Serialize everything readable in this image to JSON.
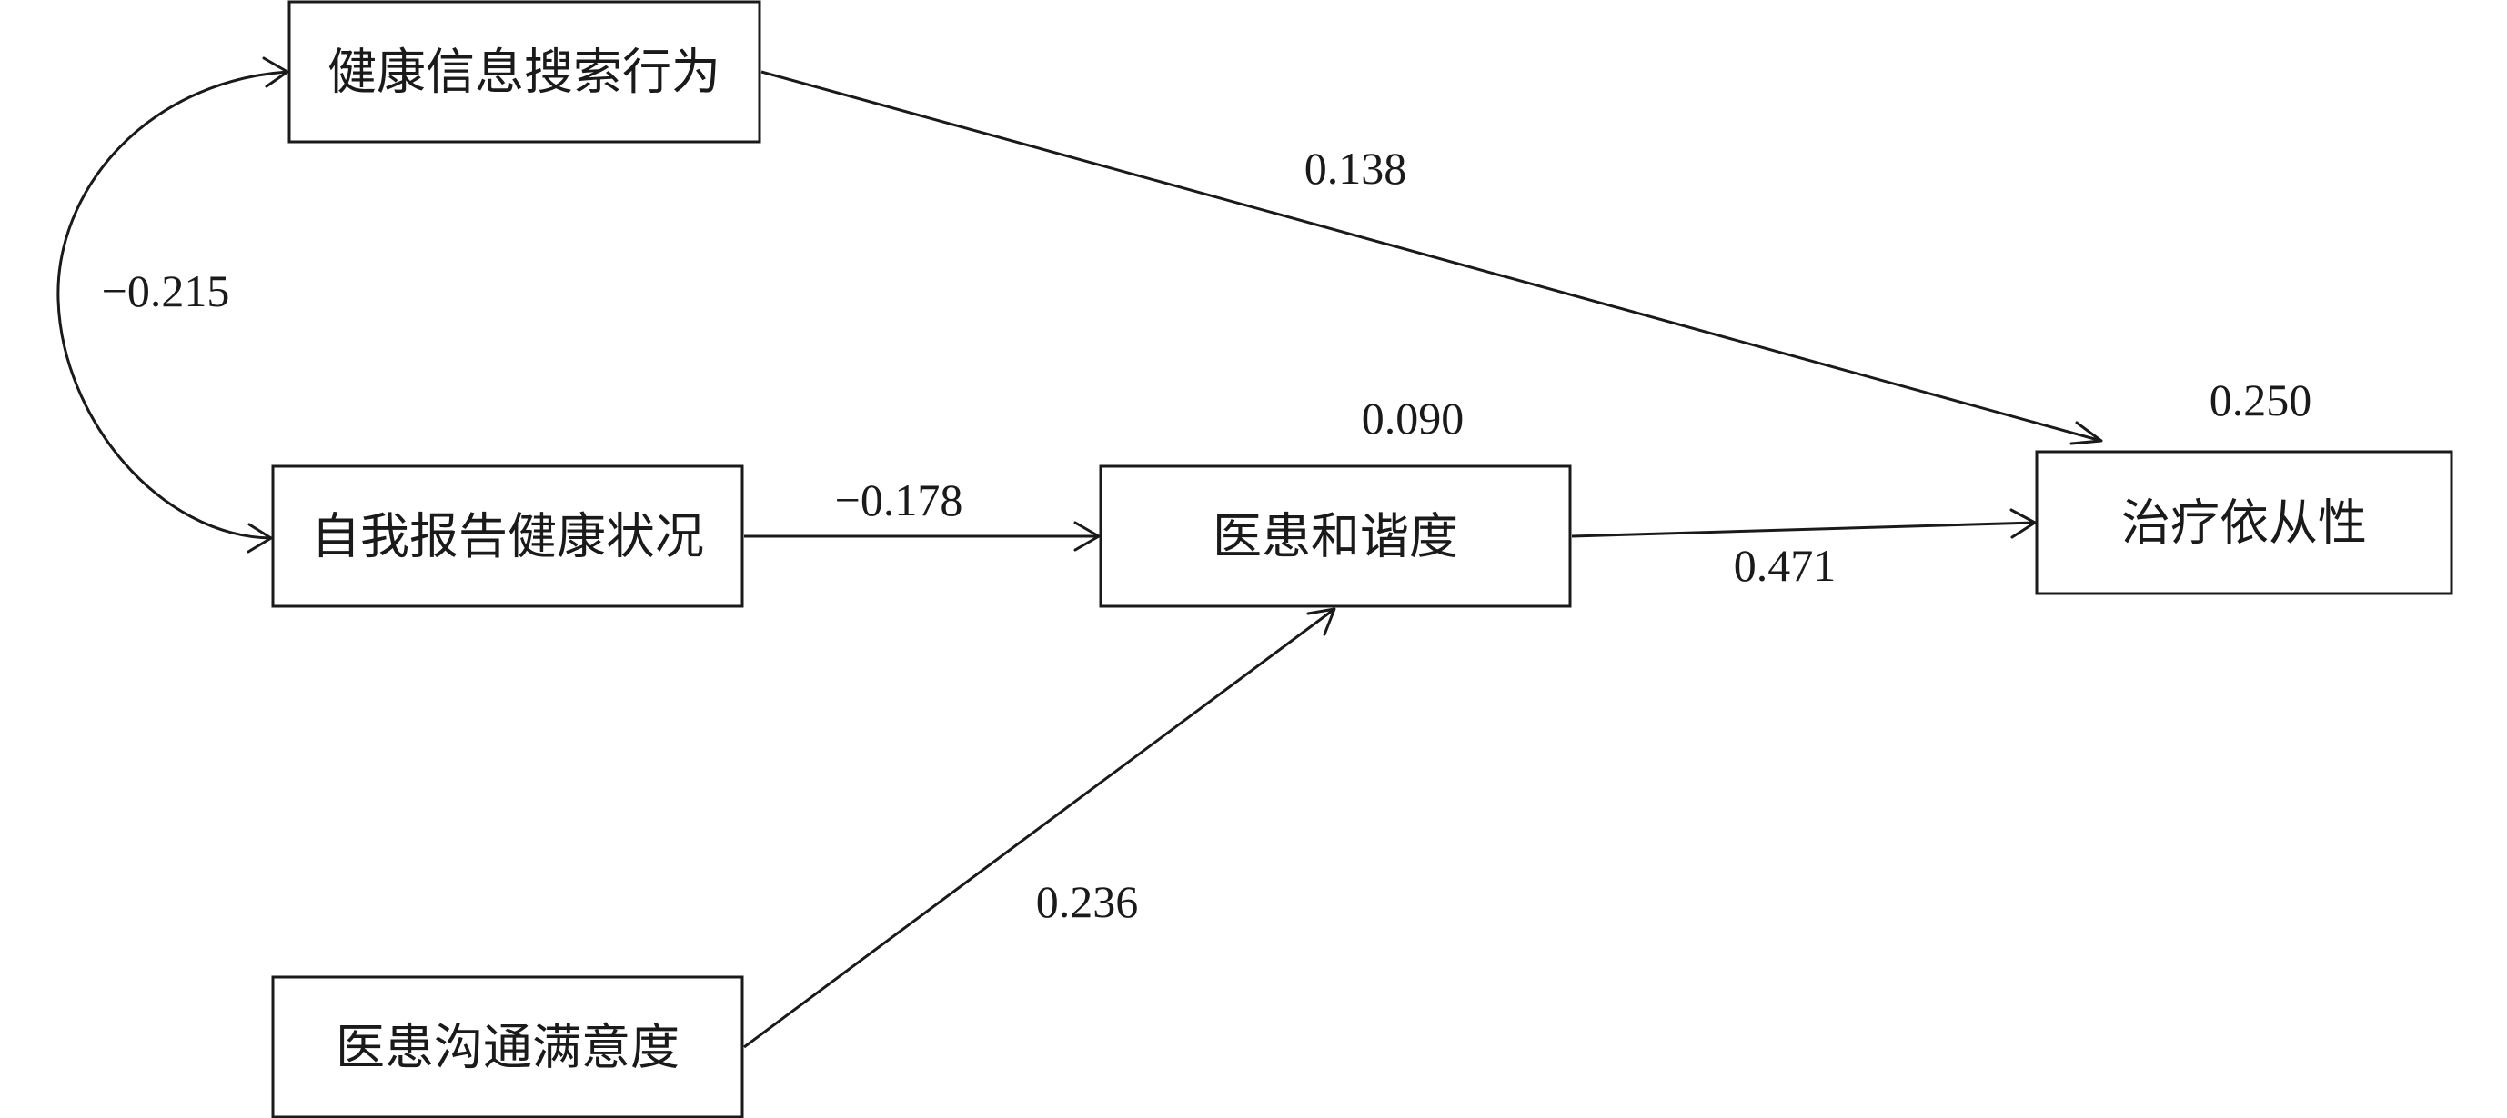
{
  "nodes": {
    "health_info_seeking": "健康信息搜索行为",
    "self_reported_health": "自我报告健康状况",
    "communication_satisfaction": "医患沟通满意度",
    "doctor_patient_harmony": "医患和谐度",
    "treatment_adherence": "治疗依从性"
  },
  "r_squared": {
    "doctor_patient_harmony": "0.090",
    "treatment_adherence": "0.250"
  },
  "paths": {
    "info_seeking_to_adherence": "0.138",
    "info_seeking_with_self_health": "−0.215",
    "self_health_to_harmony": "−0.178",
    "communication_to_harmony": "0.236",
    "harmony_to_adherence": "0.471"
  }
}
